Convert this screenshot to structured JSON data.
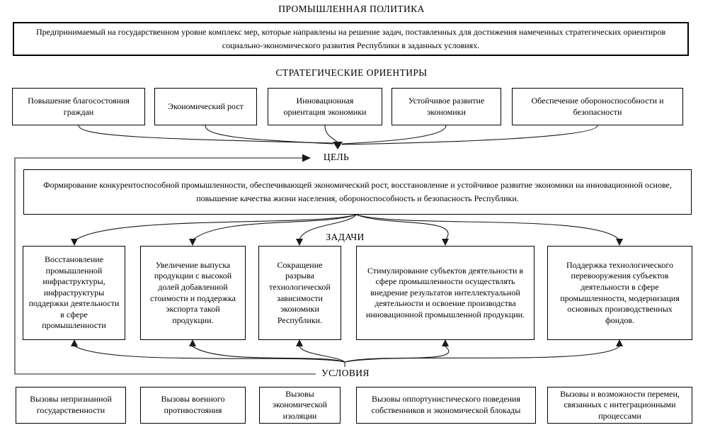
{
  "title": "ПРОМЫШЛЕННАЯ ПОЛИТИКА",
  "definition": "Предпринимаемый на государственном уровне комплекс мер, которые направлены на решение задач, поставленных для достижения намеченных стратегических ориентиров социально-экономического развития Республики в заданных условиях.",
  "strategic_orientations": {
    "heading": "СТРАТЕГИЧЕСКИЕ ОРИЕНТИРЫ",
    "items": [
      "Повышение благосостояния граждан",
      "Экономический рост",
      "Инновационная ориентация экономики",
      "Устойчивое развитие экономики",
      "Обеспечение обороноспособности и безопасности"
    ]
  },
  "goal": {
    "label": "ЦЕЛЬ",
    "text": "Формирование конкурентоспособной промышленности, обеспечивающей экономический рост, восстановление и устойчивое развитие экономики на инновационной основе, повышение качества жизни населения, обороноспособность и безопасность Республики."
  },
  "tasks": {
    "label": "ЗАДАЧИ",
    "items": [
      "Восстановление промышленной инфраструктуры, инфраструктуры поддержки деятельности в сфере промышленности",
      "Увеличение выпуска продукции с высокой долей добавленной стоимости и поддержка экспорта такой продукции.",
      "Сокращение разрыва технологической зависимости экономики Республики.",
      "Стимулирование субъектов деятельности в сфере промышленности осуществлять внедрение результатов интеллектуальной деятельности и освоение производства инновационной промышленной продукции.",
      "Поддержка технологического перевооружения субъектов деятельности в сфере промышленности, модернизация основных производственных фондов."
    ]
  },
  "conditions": {
    "label": "УСЛОВИЯ",
    "items": [
      "Вызовы непризнанной государственности",
      "Вызовы военного противостояния",
      "Вызовы экономической изоляции",
      "Вызовы оппортунистического поведения собственников и экономической блокады",
      "Вызовы и возможности перемен, связанных с интеграционными процессами"
    ]
  },
  "colors": {
    "line": "#1a1a1a",
    "background": "#ffffff",
    "text": "#000000"
  }
}
